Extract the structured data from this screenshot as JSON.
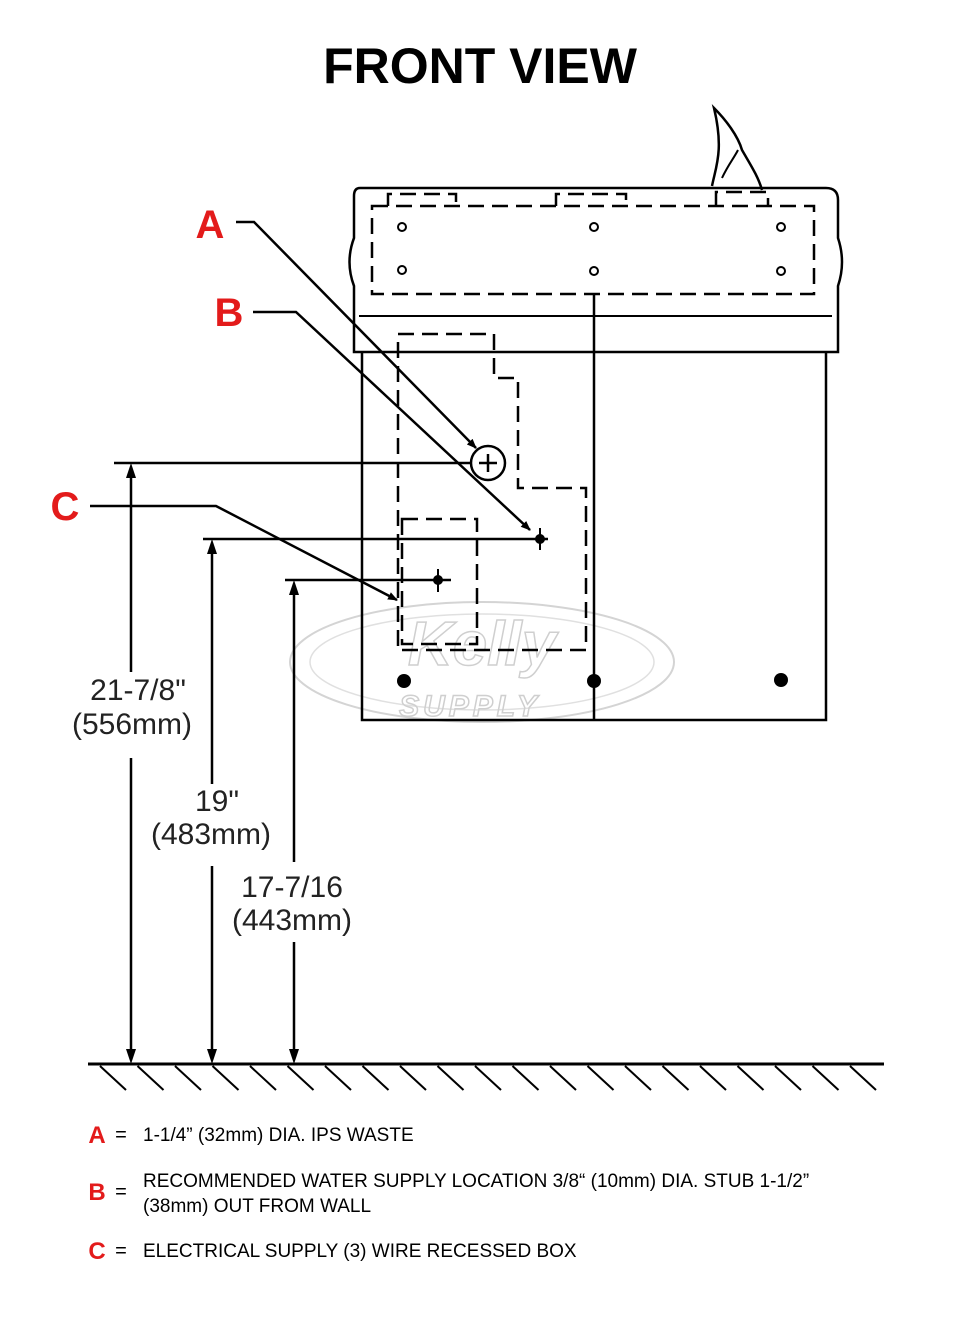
{
  "title": "FRONT VIEW",
  "callouts": {
    "a": "A",
    "b": "B",
    "c": "C"
  },
  "dimensions": {
    "d1_in": "21-7/8\"",
    "d1_mm": "(556mm)",
    "d2_in": "19\"",
    "d2_mm": "(483mm)",
    "d3_in": "17-7/16",
    "d3_mm": "(443mm)"
  },
  "legend": [
    {
      "letter": "A",
      "eq": "=",
      "lines": [
        "1-1/4” (32mm) DIA. IPS WASTE"
      ]
    },
    {
      "letter": "B",
      "eq": "=",
      "lines": [
        "RECOMMENDED WATER SUPPLY LOCATION 3/8“ (10mm) DIA. STUB 1-1/2”",
        "(38mm) OUT FROM WALL"
      ]
    },
    {
      "letter": "C",
      "eq": "=",
      "lines": [
        "ELECTRICAL SUPPLY (3) WIRE RECESSED BOX"
      ]
    }
  ],
  "watermark": {
    "line1": "Kelly",
    "line2": "SUPPLY"
  },
  "colors": {
    "callout_red": "#e31b1b",
    "line": "#000000",
    "watermark": "#cfcfcf"
  }
}
